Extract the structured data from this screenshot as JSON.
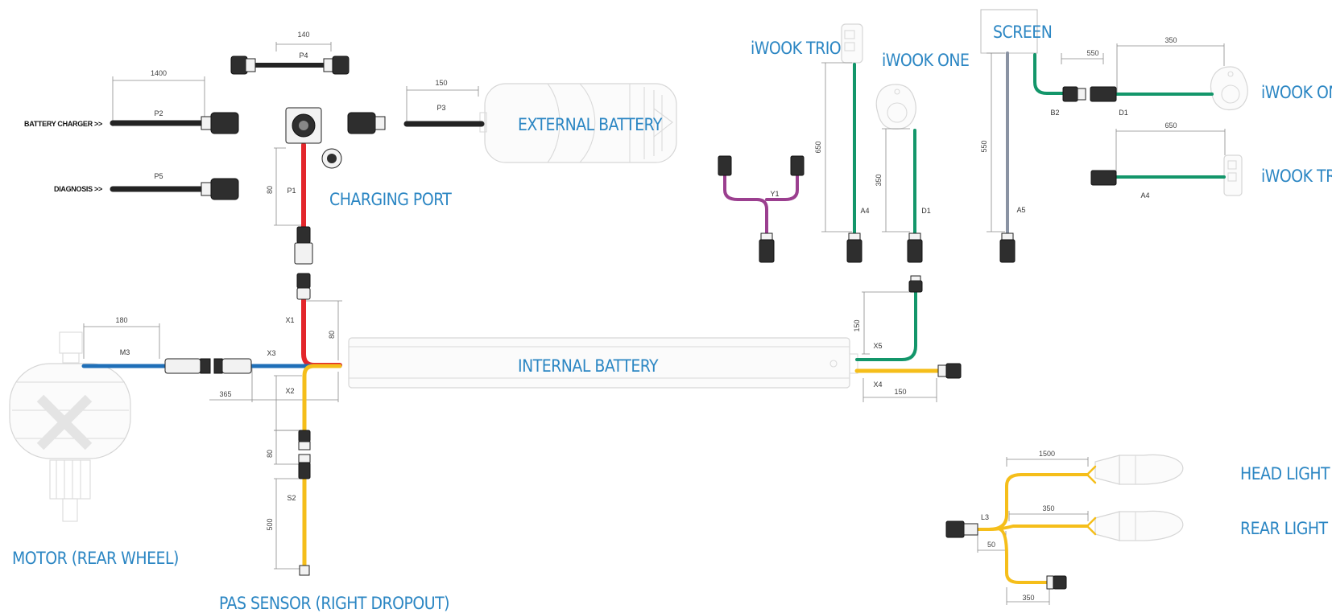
{
  "labels": {
    "external_battery": "EXTERNAL BATTERY",
    "charging_port": "CHARGING PORT",
    "internal_battery": "INTERNAL BATTERY",
    "motor": "MOTOR (REAR WHEEL)",
    "pas_sensor": "PAS SENSOR (RIGHT DROPOUT)",
    "iwook_trio_left": "iWOOK TRIO",
    "iwook_one_left": "iWOOK ONE",
    "screen": "SCREEN",
    "iwook_one_right": "iWOOK ONE",
    "iwook_trio_right": "iWOOK TRIO",
    "head_light": "HEAD LIGHT",
    "rear_light": "REAR LIGHT",
    "battery_charger": "BATTERY CHARGER >>",
    "diagnosis": "DIAGNOSIS >>"
  },
  "cable_codes": {
    "p4": "P4",
    "p2": "P2",
    "p3": "P3",
    "p5": "P5",
    "p1": "P1",
    "x1": "X1",
    "x2": "X2",
    "x3": "X3",
    "x4": "X4",
    "x5": "X5",
    "m3": "M3",
    "s2": "S2",
    "y1": "Y1",
    "a4_left": "A4",
    "d1_left": "D1",
    "a5": "A5",
    "b2": "B2",
    "d1_right": "D1",
    "a4_right": "A4",
    "l3": "L3"
  },
  "dimensions": {
    "p4": "140",
    "p2": "1400",
    "p3": "150",
    "p1": "80",
    "x1": "80",
    "m3": "180",
    "x3": "365",
    "x2": "80",
    "s2": "500",
    "x5": "150",
    "x4": "150",
    "a4_left": "650",
    "d1_left": "350",
    "a5": "550",
    "b2": "550",
    "d1_right": "350",
    "a4_right": "650",
    "head": "1500",
    "rear": "350",
    "l3": "50",
    "bottom": "350"
  },
  "colors": {
    "red": "#e3262b",
    "blue": "#1f6fb8",
    "yellow": "#f5be1a",
    "green": "#13966a",
    "purple": "#9b3f8f",
    "gray_blue": "#8a93a3",
    "black": "#232323",
    "title": "#2b86c3"
  }
}
